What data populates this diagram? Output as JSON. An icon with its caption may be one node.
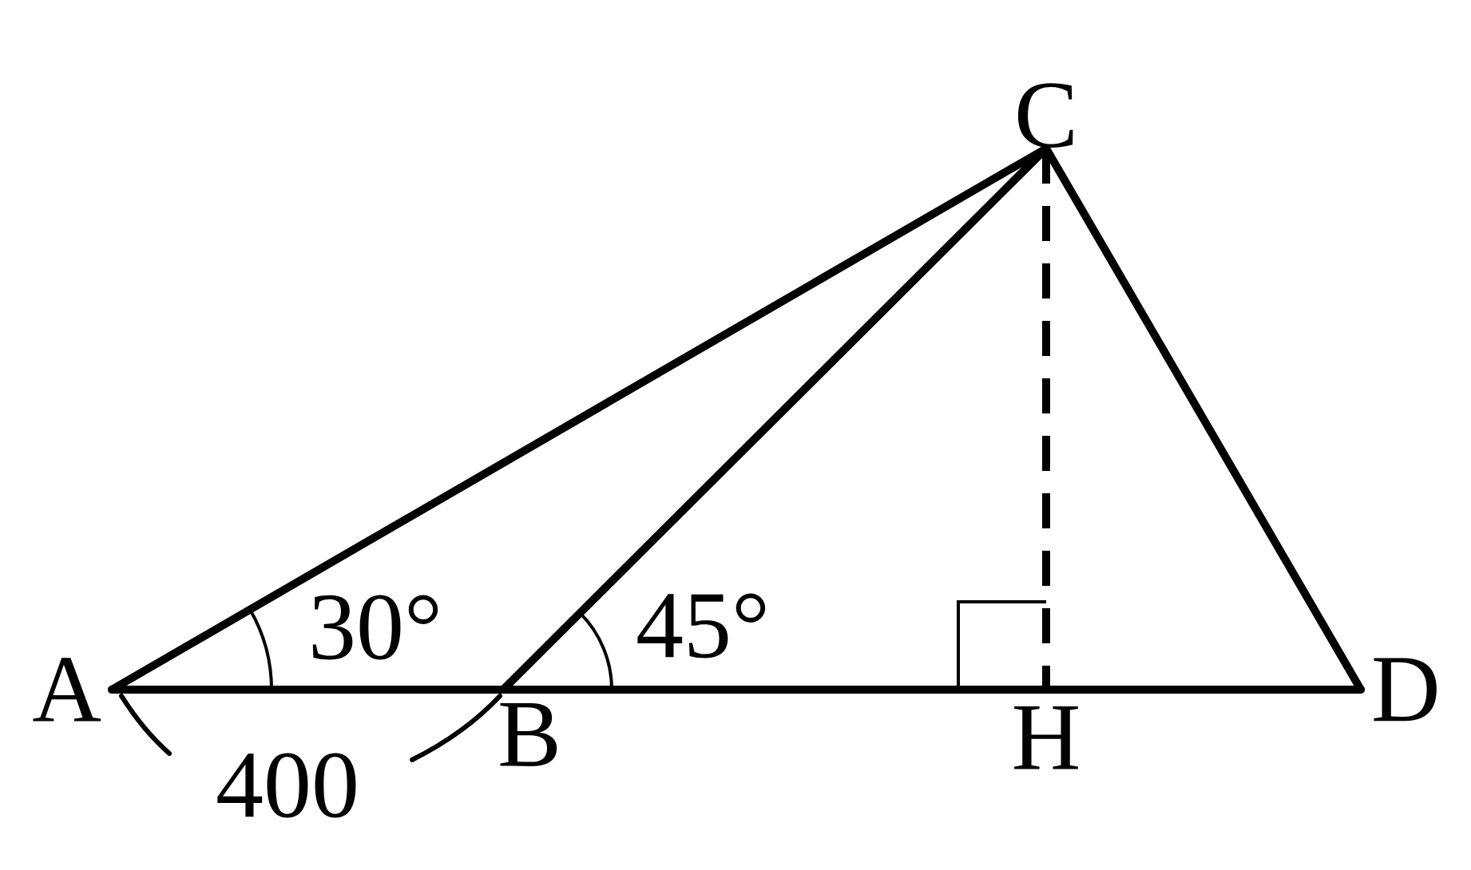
{
  "diagram": {
    "nodes": [
      {
        "text": [
          "A"
        ]
      },
      {
        "text": [
          "B"
        ]
      },
      {
        "text": [
          "C"
        ]
      },
      {
        "text": [
          "H"
        ]
      },
      {
        "text": [
          "D"
        ]
      }
    ],
    "edges": [
      {
        "from": 0,
        "to": 1,
        "arrow": "none"
      },
      {
        "from": 1,
        "to": 3,
        "arrow": "none"
      },
      {
        "from": 3,
        "to": 4,
        "arrow": "none"
      },
      {
        "from": 0,
        "to": 2,
        "arrow": "none"
      },
      {
        "from": 1,
        "to": 2,
        "arrow": "none"
      },
      {
        "from": 2,
        "to": 4,
        "arrow": "none"
      },
      {
        "from": 2,
        "to": 3,
        "arrow": "none",
        "style": "dashed"
      }
    ],
    "labels": [
      "30°",
      "45°",
      "400"
    ]
  }
}
